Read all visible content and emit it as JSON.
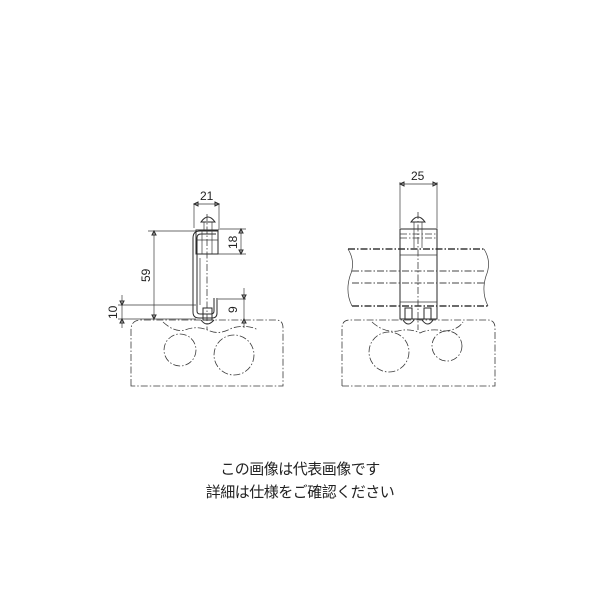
{
  "figure": {
    "left_view": {
      "title": "side-view",
      "dimensions": {
        "width_top": "21",
        "height_total": "59",
        "height_upper_clamp": "18",
        "height_lower_hook": "9",
        "height_base_offset": "10"
      }
    },
    "right_view": {
      "title": "front-view",
      "dimensions": {
        "width": "25"
      }
    }
  },
  "caption": {
    "line1": "この画像は代表画像です",
    "line2": "詳細は仕様をご確認ください"
  }
}
